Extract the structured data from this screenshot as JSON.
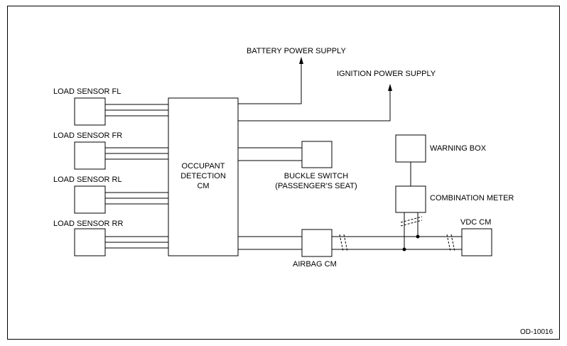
{
  "diagram": {
    "sensors": {
      "fl": "LOAD SENSOR FL",
      "fr": "LOAD SENSOR FR",
      "rl": "LOAD SENSOR RL",
      "rr": "LOAD SENSOR RR"
    },
    "occupant_cm": {
      "line1": "OCCUPANT",
      "line2": "DETECTION",
      "line3": "CM"
    },
    "battery_supply": "BATTERY POWER SUPPLY",
    "ignition_supply": "IGNITION POWER SUPPLY",
    "buckle_switch": {
      "line1": "BUCKLE SWITCH",
      "line2": "(PASSENGER'S SEAT)"
    },
    "warning_box": "WARNING BOX",
    "combination_meter": "COMBINATION METER",
    "vdc_cm": "VDC CM",
    "airbag_cm": "AIRBAG CM",
    "figure_code": "OD-10016"
  }
}
